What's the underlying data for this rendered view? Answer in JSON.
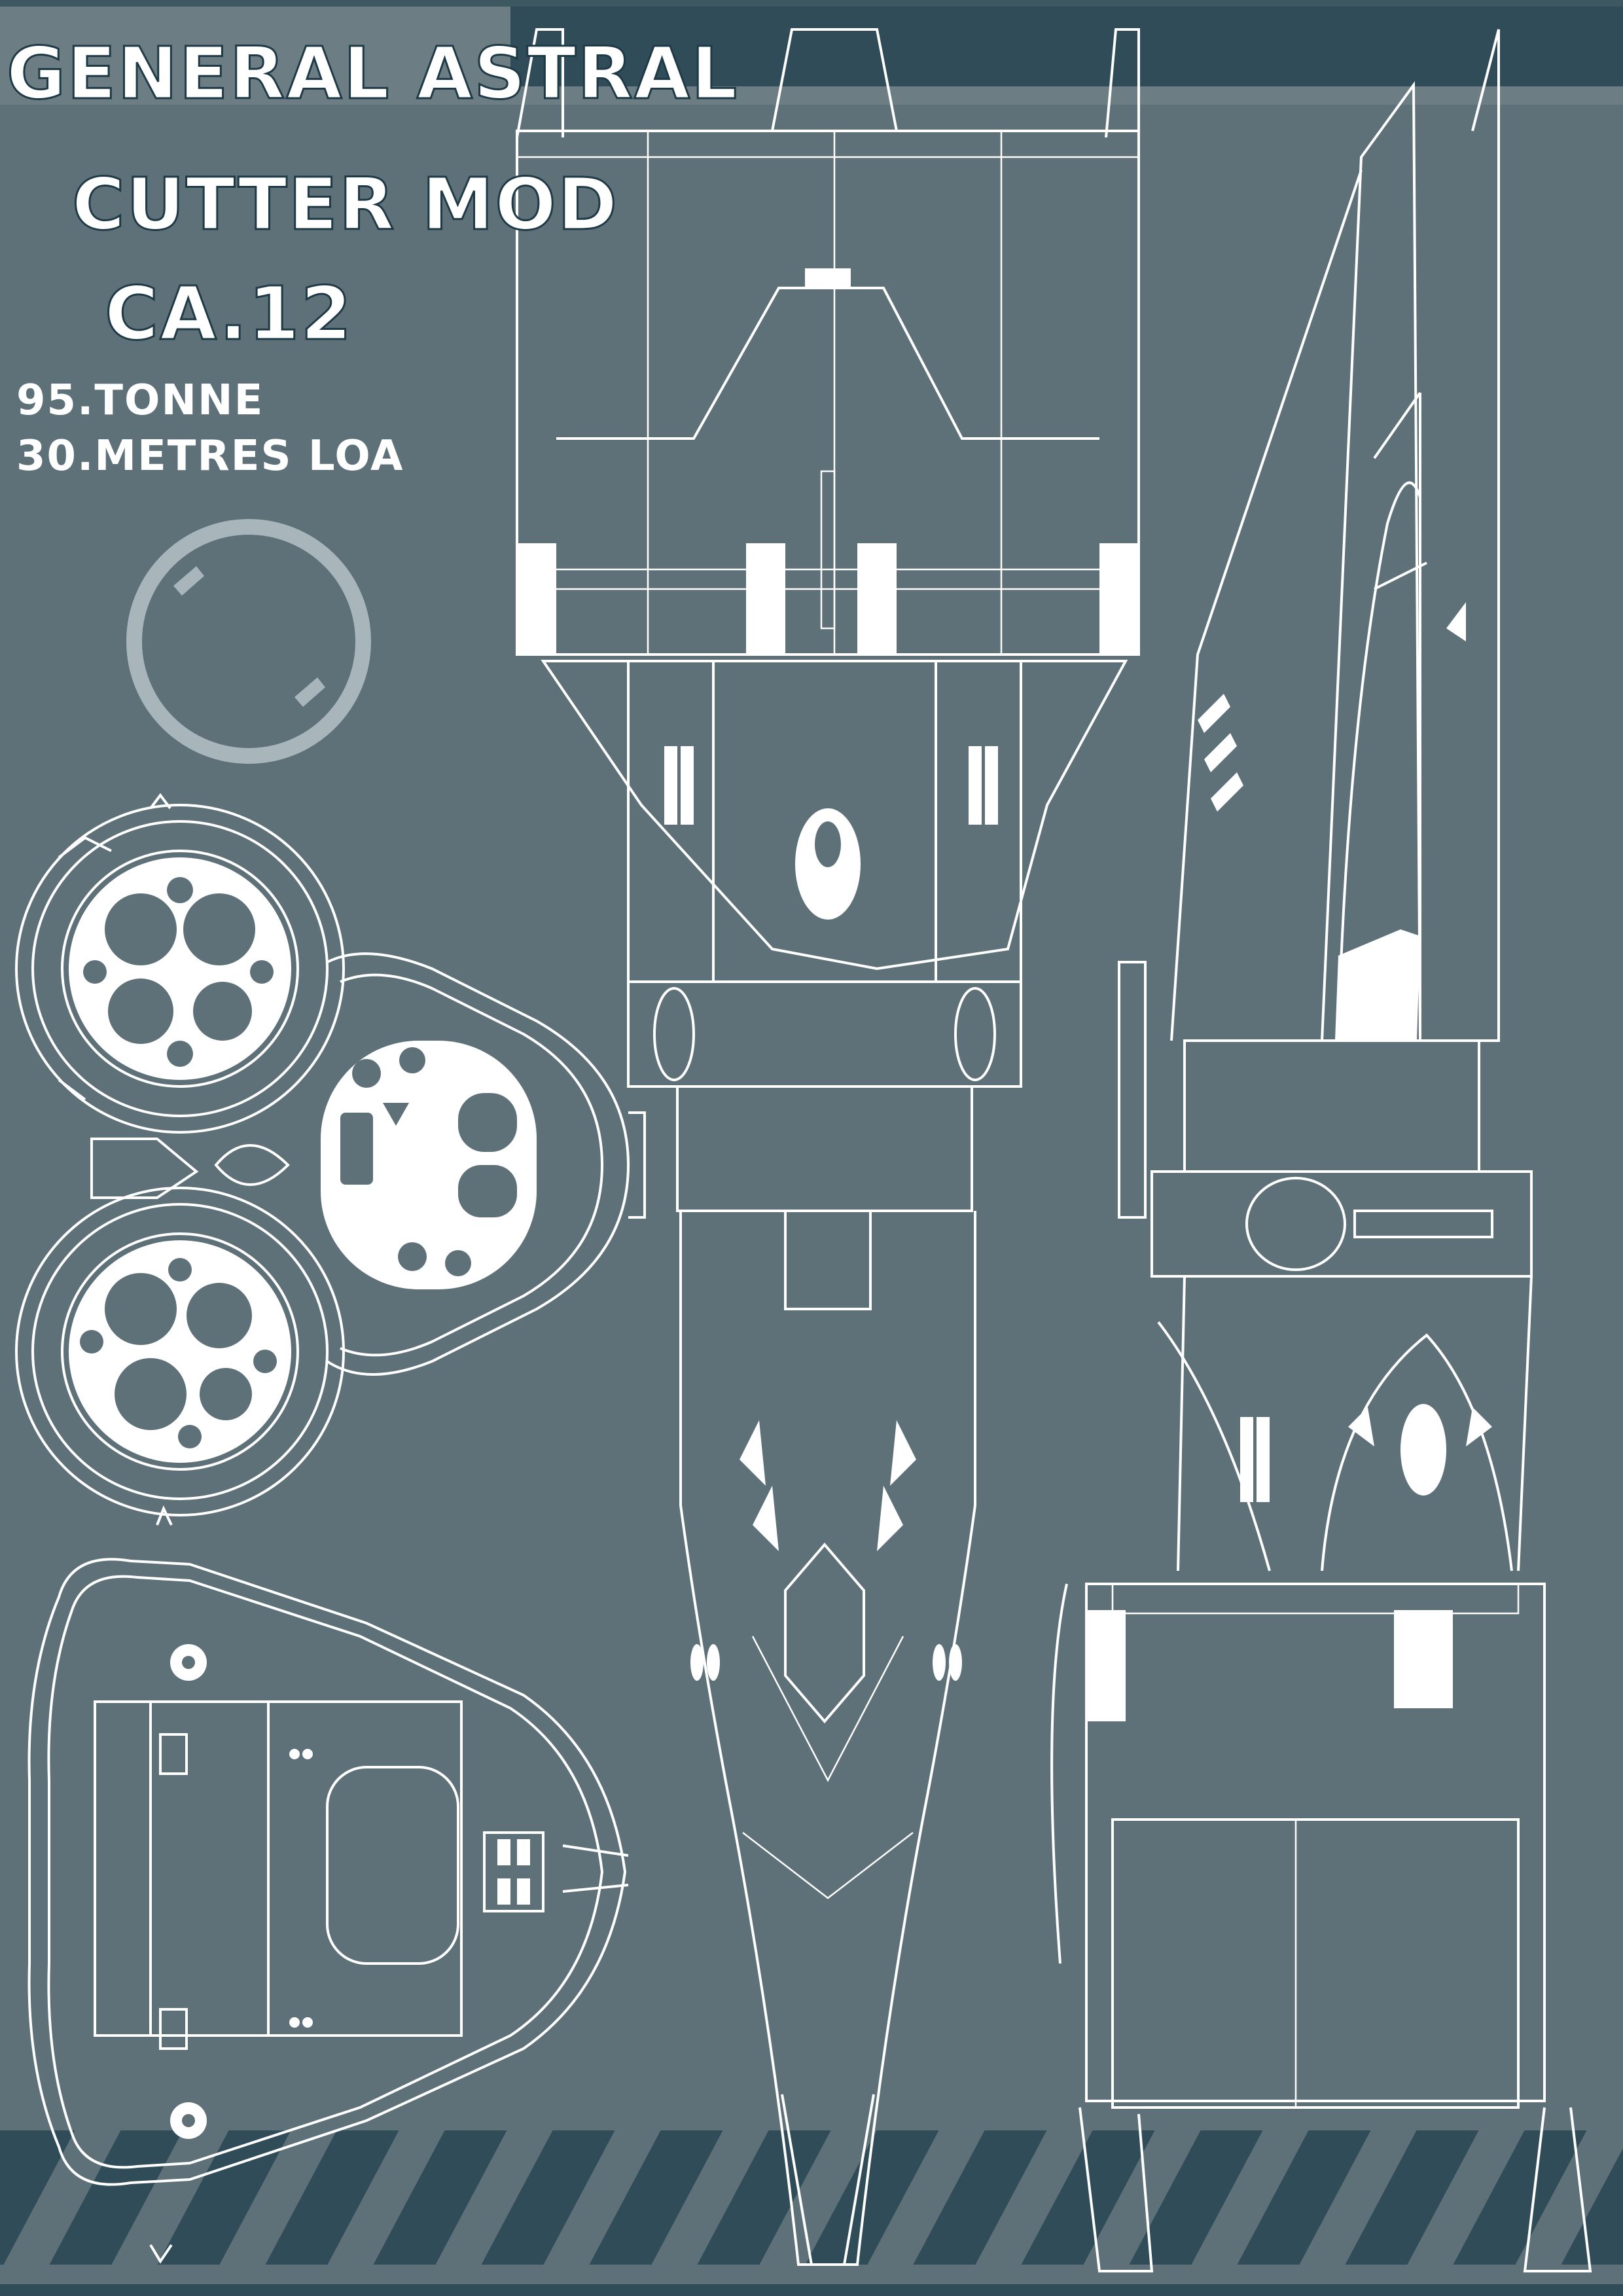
{
  "title": {
    "line1": "GENERAL ASTRAL",
    "line2": "CUTTER MOD",
    "line3": "CA.12"
  },
  "specs": {
    "mass": "95.TONNE",
    "length": "30.METRES LOA"
  },
  "colors": {
    "background": "#5f7178",
    "band": "#2f4c58",
    "linework": "#ffffff",
    "porthole": "#a8b6bb"
  },
  "icons": [
    "porthole-icon"
  ]
}
